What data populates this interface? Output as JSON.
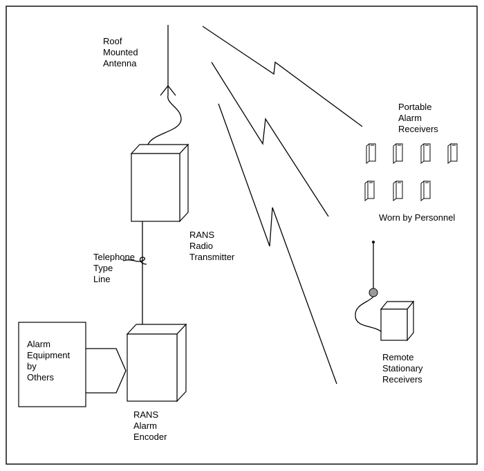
{
  "labels": {
    "antenna": [
      "Roof",
      "Mounted",
      "Antenna"
    ],
    "portable": [
      "Portable",
      "Alarm",
      "Receivers"
    ],
    "worn": "Worn by Personnel",
    "transmitter": [
      "RANS",
      "Radio",
      "Transmitter"
    ],
    "telephone": [
      "Telephone",
      "Type",
      "Line"
    ],
    "remote": [
      "Remote",
      "Stationary",
      "Receivers"
    ],
    "alarm_equipment": [
      "Alarm",
      "Equipment",
      "by",
      "Others"
    ],
    "encoder": [
      "RANS",
      "Alarm",
      "Encoder"
    ]
  },
  "portable_receiver_count": 7
}
